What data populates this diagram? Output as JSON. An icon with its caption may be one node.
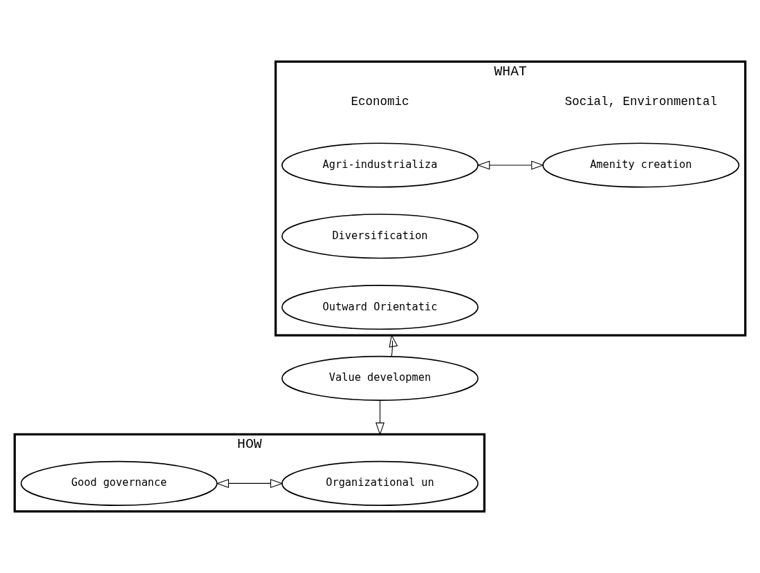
{
  "diagram": {
    "nodes": [
      {
        "text": [
          "WHAT"
        ]
      },
      {
        "text": [
          "Agri-industrializa"
        ],
        "in": 0
      },
      {
        "text": [
          "Amenity creation"
        ],
        "in": 0
      },
      {
        "text": [
          "Diversification"
        ],
        "in": 0
      },
      {
        "text": [
          "Outward Orientatic"
        ],
        "in": 0
      },
      {
        "text": [
          "Value developmen"
        ]
      },
      {
        "text": [
          "HOW"
        ]
      },
      {
        "text": [
          "Good governance"
        ],
        "in": 6
      },
      {
        "text": [
          "Organizational un"
        ],
        "in": 6
      }
    ],
    "edges": [
      {
        "from": 1,
        "to": 2,
        "arrow": "both"
      },
      {
        "from": 5,
        "to": 0,
        "arrow": "to"
      },
      {
        "from": 5,
        "to": 6,
        "arrow": "to"
      },
      {
        "from": 7,
        "to": 8,
        "arrow": "both"
      }
    ],
    "labels": [
      "Economic",
      "Social, Environmental"
    ]
  }
}
